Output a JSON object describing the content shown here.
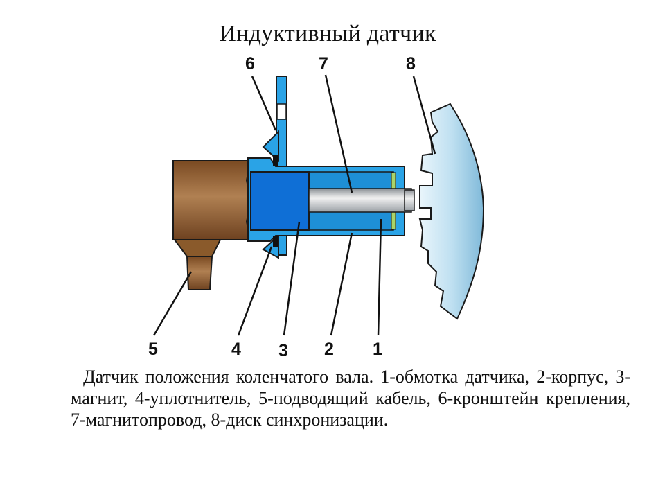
{
  "title": "Индуктивный датчик",
  "callouts": {
    "c1": "1",
    "c2": "2",
    "c3": "3",
    "c4": "4",
    "c5": "5",
    "c6": "6",
    "c7": "7",
    "c8": "8"
  },
  "caption": "Датчик положения коленчатого вала. 1-обмотка датчика, 2-корпус, 3-магнит, 4-уплотнитель, 5-подводящий кабель, 6-кронштейн крепления, 7-магнитопровод, 8-диск синхронизации.",
  "colors": {
    "housing": "#2aa3e6",
    "magnet": "#0f6fd6",
    "cable": "#8a5a2b",
    "disc": "#c8e6f5",
    "coil": "#a9d46a",
    "outline": "#1a1a1a"
  }
}
